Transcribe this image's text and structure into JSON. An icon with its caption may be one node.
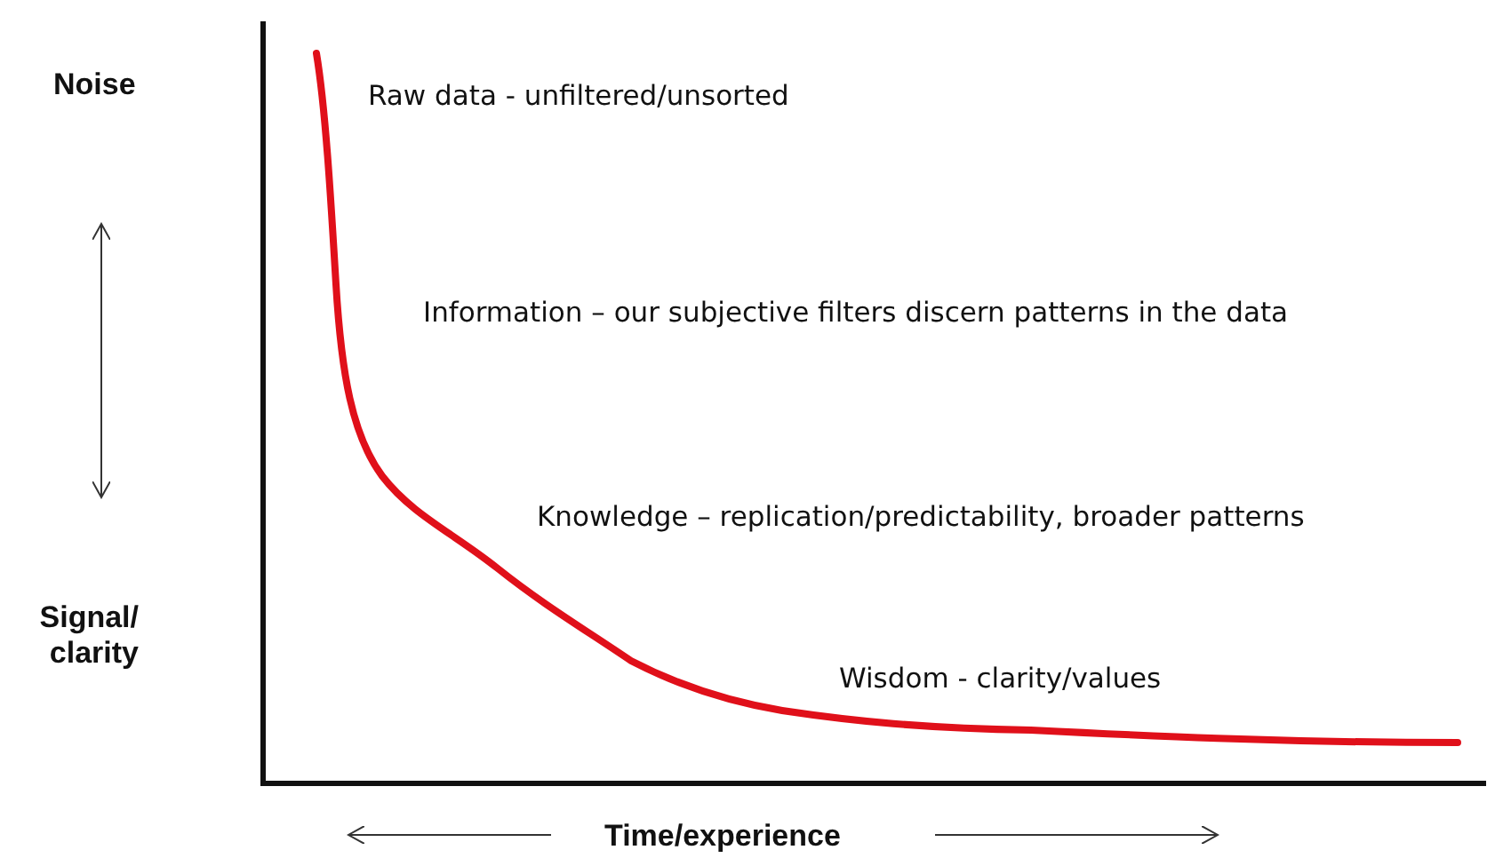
{
  "diagram": {
    "labels": [
      "Noise",
      "Signal/ clarity",
      "Raw data - unfiltered/unsorted",
      "Information – our subjective filters discern patterns in the data",
      "Knowledge – replication/predictability, broader patterns",
      "Wisdom - clarity/values",
      "Time/experience"
    ]
  }
}
